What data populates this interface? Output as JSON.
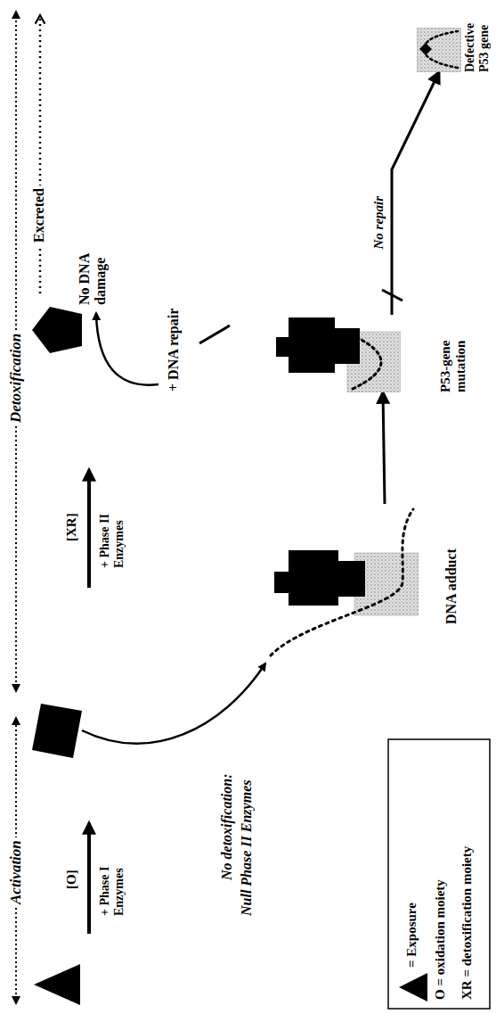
{
  "diagram": {
    "nodes": [
      {
        "text": [
          "DNA adduct"
        ]
      },
      {
        "text": [
          "P53-gene mutation"
        ]
      },
      {
        "text": [
          "Defective P53 gene"
        ]
      }
    ],
    "edges": [
      {
        "from": 0,
        "to": 1,
        "arrow": "to"
      },
      {
        "from": 1,
        "to": 2,
        "arrow": "to",
        "label": "No repair"
      }
    ],
    "labels": [
      "Activation",
      "Detoxification",
      "[O]",
      "+ Phase I Enzymes",
      "[XR]",
      "+ Phase II Enzymes",
      "Excreted",
      "No detoxification:",
      "Null Phase II Enzymes",
      "+ DNA repair",
      "No DNA damage"
    ],
    "legend": [
      {
        "text": "= Exposure"
      },
      {
        "text": "O = oxidation moiety"
      },
      {
        "text": "XR = detoxification moiety"
      }
    ]
  }
}
